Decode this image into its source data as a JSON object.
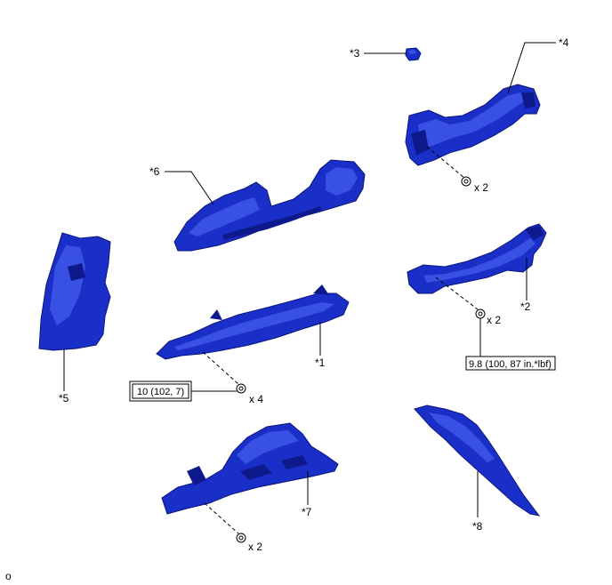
{
  "diagram": {
    "callouts": {
      "c1": "*1",
      "c2": "*2",
      "c3": "*3",
      "c4": "*4",
      "c5": "*5",
      "c6": "*6",
      "c7": "*7",
      "c8": "*8"
    },
    "quantities": {
      "q4_bolt": "x 2",
      "q2_bolt": "x 2",
      "q1_bolt": "x 4",
      "q7_bolt": "x 2"
    },
    "torques": {
      "t2": "9.8 (100, 87 in.*lbf)",
      "t1": "10 (102, 7)"
    },
    "corner_mark": "o",
    "colors": {
      "part_fill": "#1a2fc8",
      "part_highlight": "#3f57e8",
      "part_shadow": "#0e1a8c",
      "line": "#000000"
    }
  }
}
